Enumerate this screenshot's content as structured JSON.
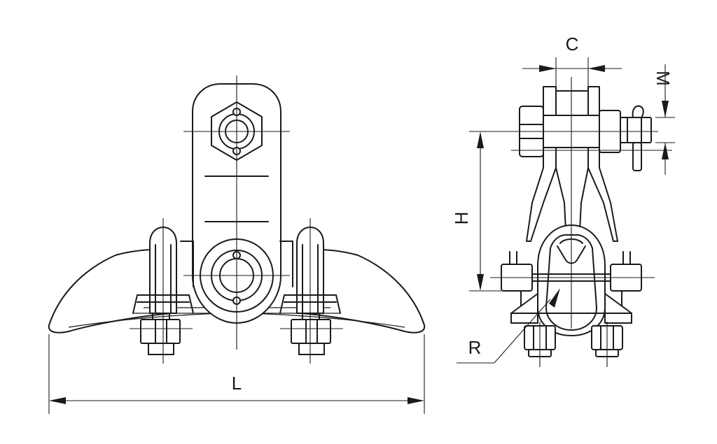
{
  "labels": {
    "length": "L",
    "height": "H",
    "radius": "R",
    "width": "C",
    "pin": "M"
  },
  "colors": {
    "line": "#1a1a1a",
    "background": "#ffffff"
  }
}
